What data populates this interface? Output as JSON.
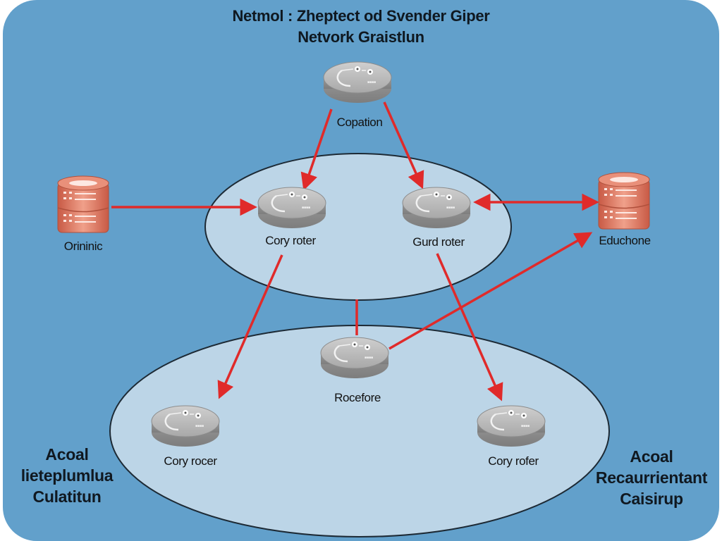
{
  "diagram": {
    "title_line1": "Netmol : Zheptect od Svender Giper",
    "title_line2": "Netvork Graistlun",
    "colors": {
      "background": "#62a0cb",
      "region_fill": "#bcd5e7",
      "arrow": "#e02a2a",
      "router": "#a9a9a9",
      "database": "#e07c66"
    },
    "nodes": [
      {
        "id": "top",
        "type": "router",
        "label": "Copation"
      },
      {
        "id": "left-db",
        "type": "database",
        "label": "Orininic"
      },
      {
        "id": "right-db",
        "type": "database",
        "label": "Educhone"
      },
      {
        "id": "core-left",
        "type": "router",
        "label": "Cory roter"
      },
      {
        "id": "core-right",
        "type": "router",
        "label": "Gurd roter"
      },
      {
        "id": "center",
        "type": "router",
        "label": "Rocefore"
      },
      {
        "id": "lower-left",
        "type": "router",
        "label": "Cory rocer"
      },
      {
        "id": "lower-right",
        "type": "router",
        "label": "Cory rofer"
      }
    ],
    "edges": [
      {
        "from": "top",
        "to": "core-left",
        "direction": "forward"
      },
      {
        "from": "top",
        "to": "core-right",
        "direction": "forward"
      },
      {
        "from": "left-db",
        "to": "core-left",
        "direction": "forward"
      },
      {
        "from": "core-right",
        "to": "right-db",
        "direction": "both"
      },
      {
        "from": "core-left",
        "to": "lower-left",
        "direction": "forward"
      },
      {
        "from": "core-right",
        "to": "lower-right",
        "direction": "forward"
      },
      {
        "from": "center",
        "to": "right-db",
        "direction": "forward"
      },
      {
        "from": "center",
        "to": "core-region",
        "direction": "none"
      }
    ],
    "regions": [
      {
        "id": "core-region",
        "label": ""
      },
      {
        "id": "lower-region",
        "label": ""
      }
    ],
    "side_labels": {
      "left": [
        "Acoal",
        "lieteplumlua",
        "Culatitun"
      ],
      "right": [
        "Acoal",
        "Recaurrientant",
        "Caisirup"
      ]
    }
  }
}
